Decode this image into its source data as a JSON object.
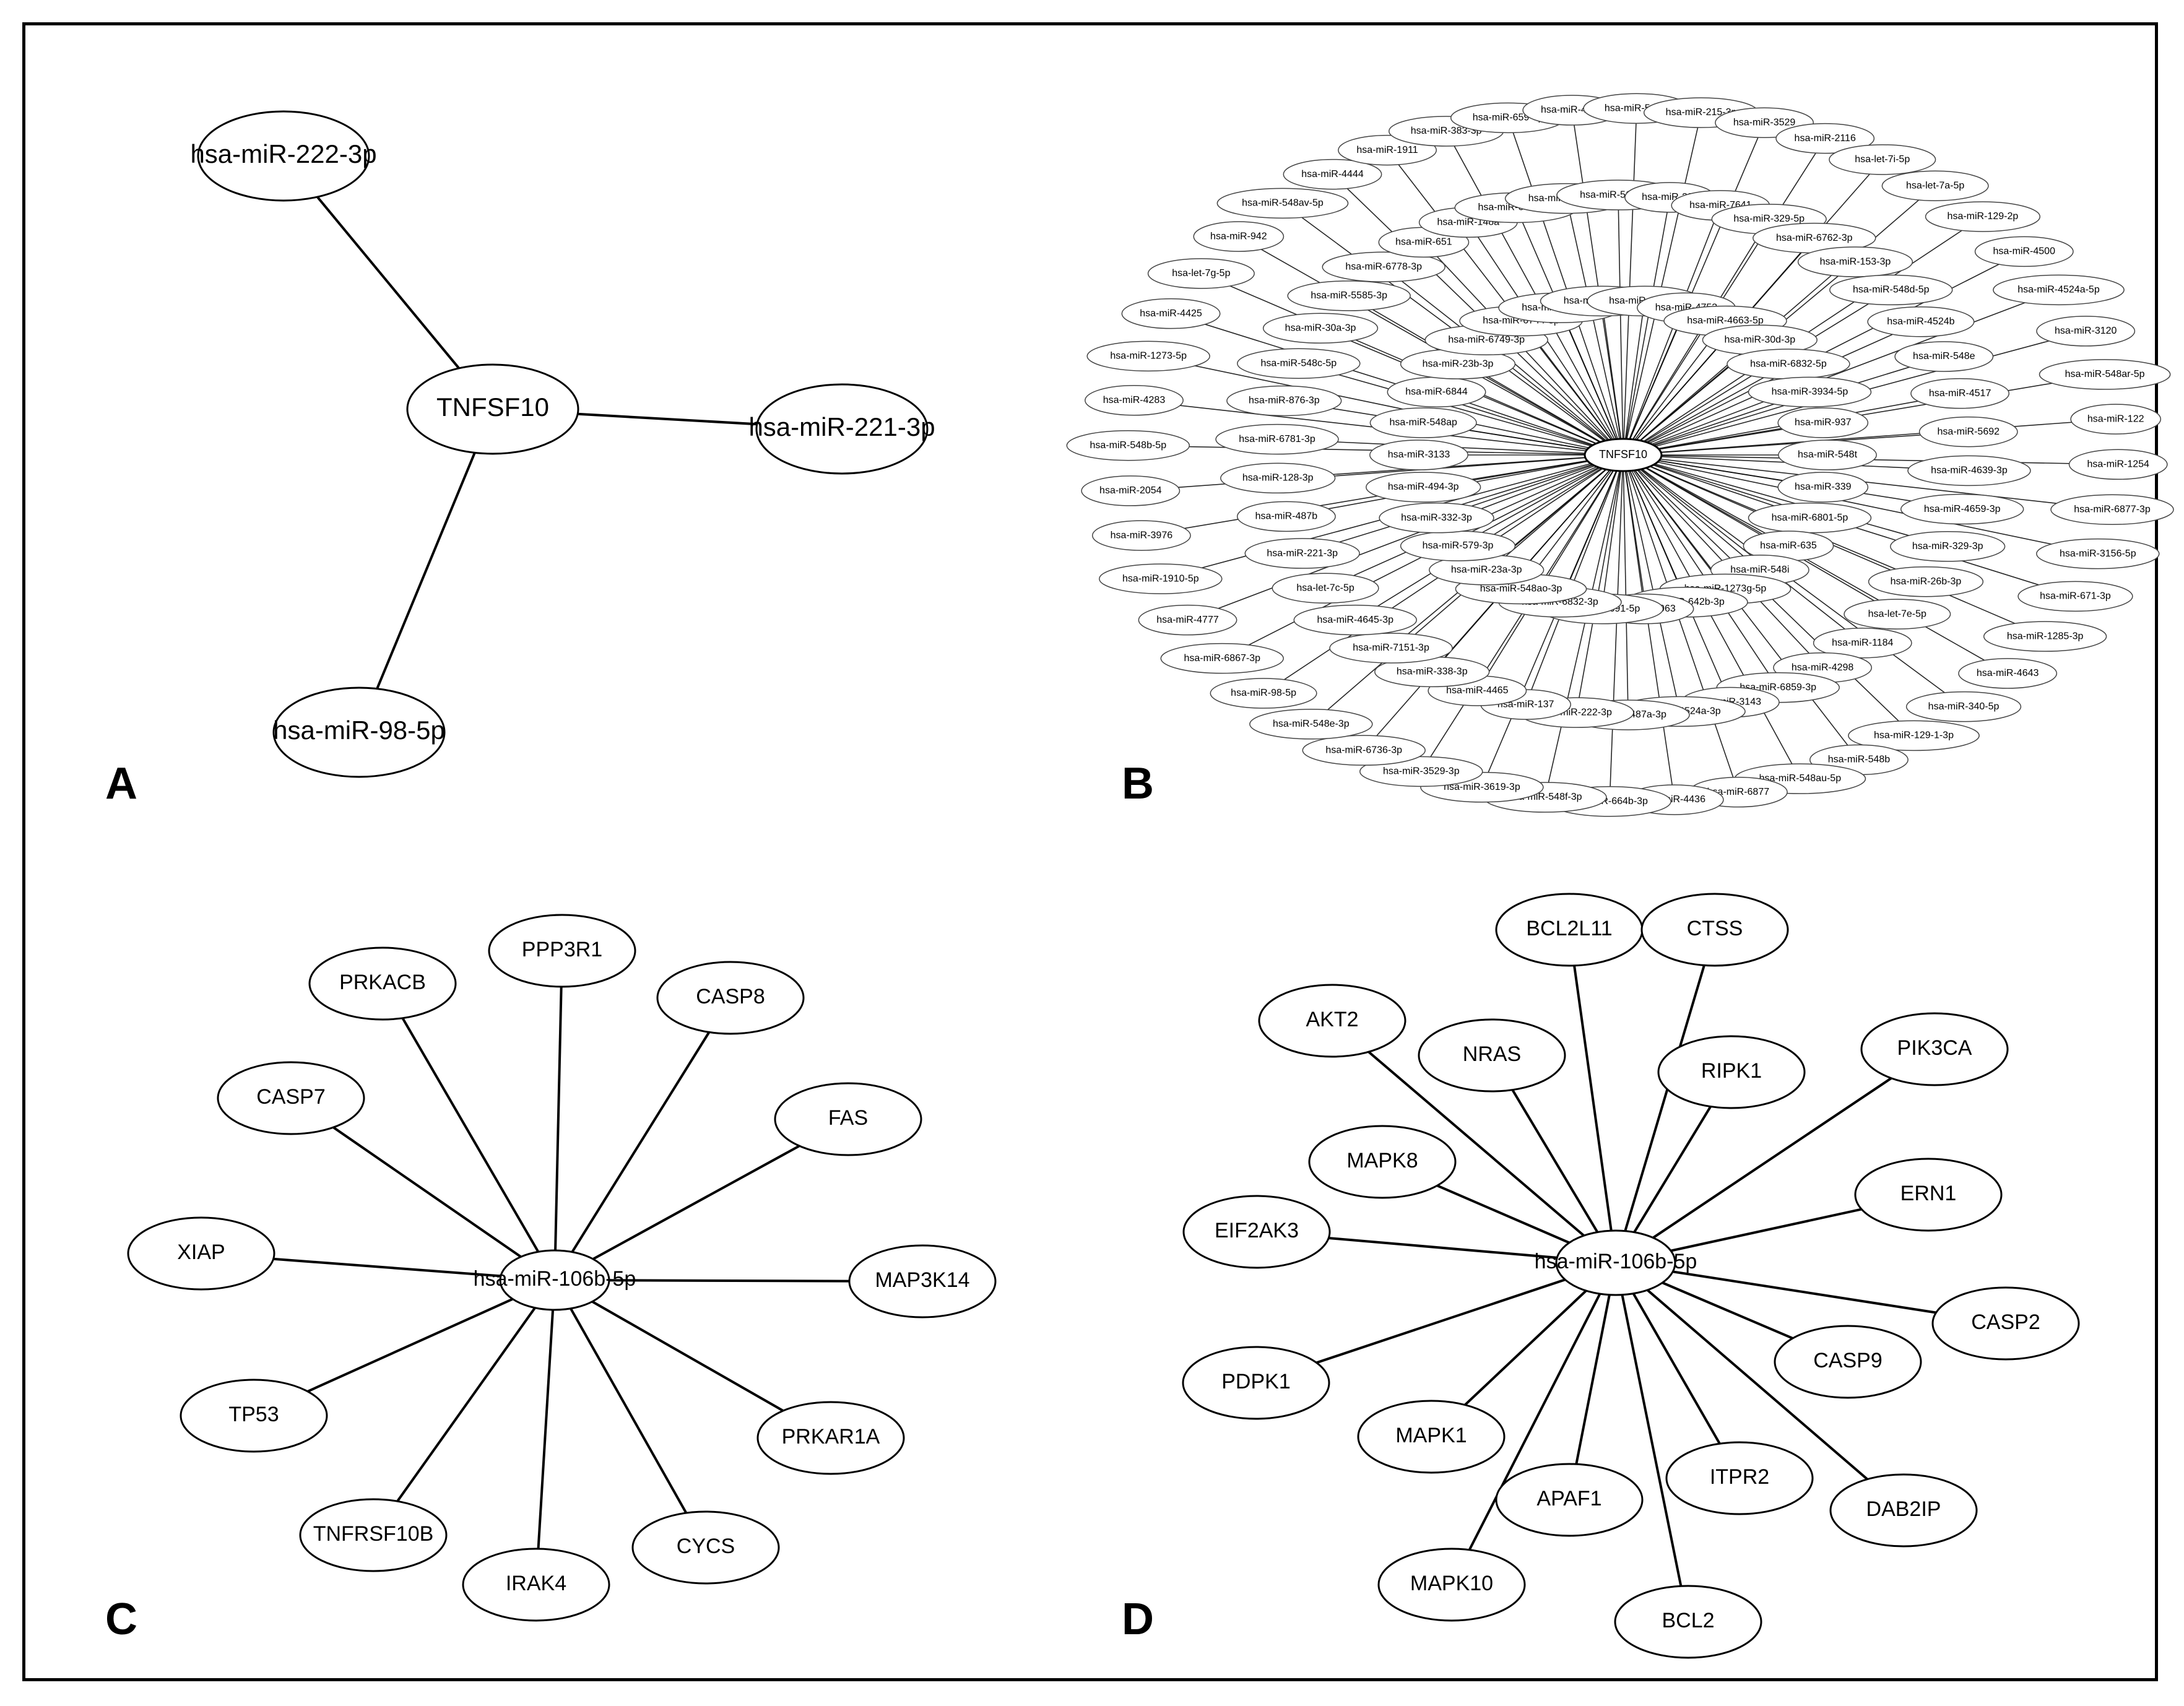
{
  "panels": [
    {
      "letter": "A",
      "center": "TNFSF10",
      "nodes": [
        "hsa-miR-222-3p",
        "hsa-miR-221-3p",
        "hsa-miR-98-5p"
      ]
    },
    {
      "letter": "B",
      "center": "TNFSF10",
      "nodes": [
        "hsa-miR-548t",
        "hsa-miR-339",
        "hsa-miR-6801-5p",
        "hsa-miR-635",
        "hsa-miR-548i",
        "hsa-miR-1273g-5p",
        "hsa-miR-642b-3p",
        "hsa-miR-8063",
        "hsa-miR-3691-5p",
        "hsa-miR-6832-3p",
        "hsa-miR-548ao-3p",
        "hsa-miR-23a-3p",
        "hsa-miR-579-3p",
        "hsa-miR-332-3p",
        "hsa-miR-494-3p",
        "hsa-miR-3133",
        "hsa-miR-548ap",
        "hsa-miR-6844",
        "hsa-miR-23b-3p",
        "hsa-miR-6749-3p",
        "hsa-miR-6744-3p",
        "hsa-miR-4717-3p",
        "hsa-miR-4802-3p",
        "hsa-miR-382-3p",
        "hsa-miR-4753",
        "hsa-miR-4663-5p",
        "hsa-miR-30d-3p",
        "hsa-miR-6832-5p",
        "hsa-miR-3934-5p",
        "hsa-miR-937",
        "hsa-miR-4659-3p",
        "hsa-miR-329-3p",
        "hsa-miR-26b-3p",
        "hsa-let-7e-5p",
        "hsa-miR-1184",
        "hsa-miR-4298",
        "hsa-miR-6859-3p",
        "hsa-miR-3143",
        "hsa-miR-4524a-3p",
        "hsa-miR-487a-3p",
        "hsa-miR-222-3p",
        "hsa-miR-137",
        "hsa-miR-4465",
        "hsa-miR-338-3p",
        "hsa-miR-7151-3p",
        "hsa-miR-4645-3p",
        "hsa-let-7c-5p",
        "hsa-miR-221-3p",
        "hsa-miR-487b",
        "hsa-miR-128-3p",
        "hsa-miR-6781-3p",
        "hsa-miR-876-3p",
        "hsa-miR-548c-5p",
        "hsa-miR-30a-3p",
        "hsa-miR-5585-3p",
        "hsa-miR-6778-3p",
        "hsa-miR-651",
        "hsa-miR-148a",
        "hsa-miR-642a-3p",
        "hsa-miR-6774-3p",
        "hsa-miR-5196-3p",
        "hsa-miR-23c",
        "hsa-miR-7641",
        "hsa-miR-329-5p",
        "hsa-miR-6762-3p",
        "hsa-miR-153-3p",
        "hsa-miR-548d-5p",
        "hsa-miR-4524b",
        "hsa-miR-548e",
        "hsa-miR-4517",
        "hsa-miR-5692",
        "hsa-miR-4639-3p",
        "hsa-miR-671-3p",
        "hsa-miR-1285-3p",
        "hsa-miR-4643",
        "hsa-miR-340-5p",
        "hsa-miR-129-1-3p",
        "hsa-miR-548b",
        "hsa-miR-548au-5p",
        "hsa-miR-6877",
        "hsa-miR-4436",
        "hsa-miR-664b-3p",
        "hsa-miR-548f-3p",
        "hsa-miR-3619-3p",
        "hsa-miR-3529-3p",
        "hsa-miR-6736-3p",
        "hsa-miR-548e-3p",
        "hsa-miR-98-5p",
        "hsa-miR-6867-3p",
        "hsa-miR-4777",
        "hsa-miR-1910-5p",
        "hsa-miR-3976",
        "hsa-miR-2054",
        "hsa-miR-548b-5p",
        "hsa-miR-4283",
        "hsa-miR-1273-5p",
        "hsa-miR-4425",
        "hsa-let-7g-5p",
        "hsa-miR-942",
        "hsa-miR-548av-5p",
        "hsa-miR-4444",
        "hsa-miR-1911",
        "hsa-miR-383-3p",
        "hsa-miR-659-3p",
        "hsa-miR-4658",
        "hsa-miR-548aj",
        "hsa-miR-215-3p",
        "hsa-miR-3529",
        "hsa-miR-2116",
        "hsa-let-7i-5p",
        "hsa-let-7a-5p",
        "hsa-miR-129-2p",
        "hsa-miR-4500",
        "hsa-miR-4524a-5p",
        "hsa-miR-3120",
        "hsa-miR-548ar-5p",
        "hsa-miR-122",
        "hsa-miR-1254",
        "hsa-miR-6877-3p",
        "hsa-miR-3156-5p"
      ]
    },
    {
      "letter": "C",
      "center": "hsa-miR-106b-5p",
      "nodes": [
        "PPP3R1",
        "PRKACB",
        "CASP8",
        "CASP7",
        "FAS",
        "XIAP",
        "MAP3K14",
        "TP53",
        "PRKAR1A",
        "TNFRSF10B",
        "IRAK4",
        "CYCS"
      ]
    },
    {
      "letter": "D",
      "center": "hsa-miR-106b-5p",
      "nodes": [
        "BCL2L11",
        "CTSS",
        "AKT2",
        "NRAS",
        "RIPK1",
        "PIK3CA",
        "MAPK8",
        "ERN1",
        "EIF2AK3",
        "CASP2",
        "CASP9",
        "PDPK1",
        "MAPK1",
        "ITPR2",
        "APAF1",
        "DAB2IP",
        "MAPK10",
        "BCL2"
      ]
    }
  ]
}
